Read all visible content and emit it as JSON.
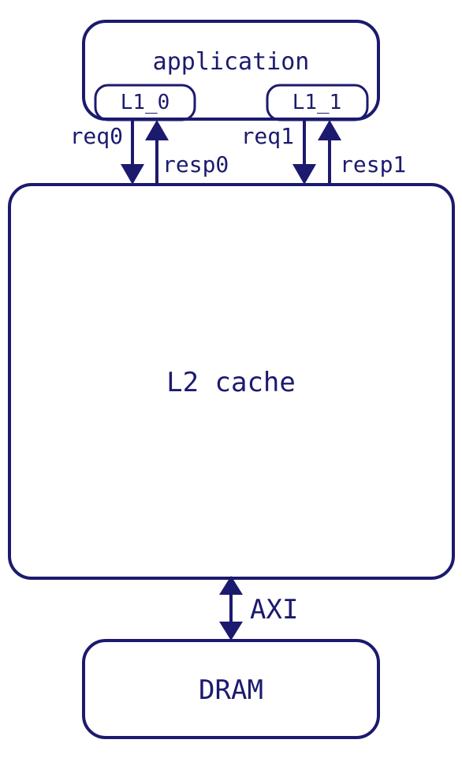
{
  "colors": {
    "stroke": "#1c1a6e",
    "background": "#ffffff"
  },
  "blocks": {
    "application": "application",
    "l1_0": "L1_0",
    "l1_1": "L1_1",
    "l2": "L2 cache",
    "dram": "DRAM"
  },
  "signals": {
    "req0": "req0",
    "resp0": "resp0",
    "req1": "req1",
    "resp1": "resp1",
    "axi": "AXI"
  }
}
